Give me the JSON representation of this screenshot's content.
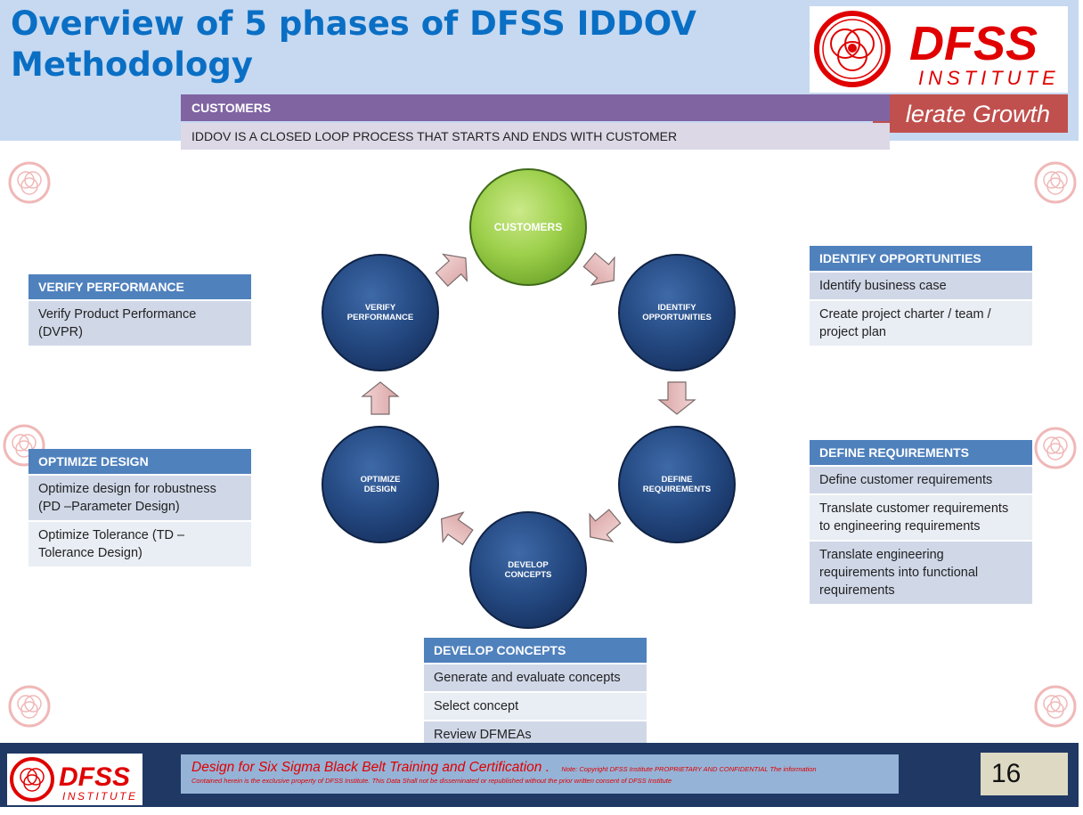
{
  "title": "Overview of 5 phases of DFSS IDDOV Methodology",
  "brand": {
    "name": "DFSS",
    "sub": "INSTITUTE",
    "tagline_visible": "lerate Growth",
    "color": "#e00000"
  },
  "banner": {
    "header": "CUSTOMERS",
    "body": "IDDOV IS A CLOSED LOOP PROCESS THAT STARTS AND ENDS WITH CUSTOMER"
  },
  "cycle": {
    "center": "CUSTOMERS",
    "nodes": [
      {
        "line1": "IDENTIFY",
        "line2": "OPPORTUNITIES"
      },
      {
        "line1": "DEFINE",
        "line2": "REQUIREMENTS"
      },
      {
        "line1": "DEVELOP",
        "line2": "CONCEPTS"
      },
      {
        "line1": "OPTIMIZE",
        "line2": "DESIGN"
      },
      {
        "line1": "VERIFY",
        "line2": "PERFORMANCE"
      }
    ]
  },
  "phases": {
    "identify": {
      "header": "IDENTIFY OPPORTUNITIES",
      "items": [
        "Identify business case",
        "Create project charter / team / project plan"
      ]
    },
    "define": {
      "header": "DEFINE REQUIREMENTS",
      "items": [
        "Define customer requirements",
        "Translate customer requirements to engineering requirements",
        "Translate engineering requirements into functional requirements"
      ]
    },
    "develop": {
      "header": "DEVELOP CONCEPTS",
      "items": [
        "Generate and evaluate concepts",
        "Select  concept",
        "Review DFMEAs"
      ]
    },
    "optimize": {
      "header": "OPTIMIZE DESIGN",
      "items": [
        "Optimize design for robustness (PD –Parameter Design)",
        "Optimize Tolerance (TD – Tolerance Design)"
      ]
    },
    "verify": {
      "header": "VERIFY PERFORMANCE",
      "items": [
        "Verify Product Performance (DVPR)"
      ]
    }
  },
  "footer": {
    "main": "Design for Six Sigma Black Belt Training and Certification .",
    "note": "Note: Copyright DFSS Institute PROPRIETARY AND CONFIDENTIAL The information",
    "note2": "Contained herein is the exclusive property of DFSS Institute. This Data Shall not be disseminated or republished without the prior written consent of DFSS Institute",
    "page": "16"
  }
}
